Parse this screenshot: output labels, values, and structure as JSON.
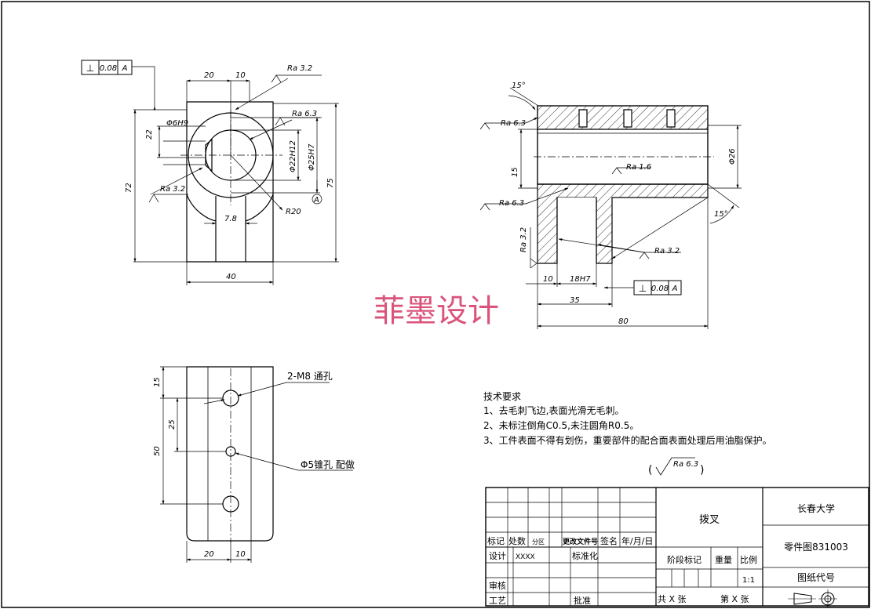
{
  "watermark": "菲墨设计",
  "front_view": {
    "datum_frame": {
      "symbol": "⊥",
      "tolerance": "0.08",
      "datum": "A"
    },
    "ra_top": "Ra 3.2",
    "ra_hole": "Ra 6.3",
    "ra_left": "Ra 3.2",
    "dims": {
      "w20": "20",
      "w10": "10",
      "bore_small": "Φ6H9",
      "d22": "22",
      "h72": "72",
      "h75": "75",
      "bore_22": "Φ22H12",
      "bore_25": "Φ25H7",
      "radius": "R20",
      "slot": "7.8",
      "w40": "40"
    },
    "datum_label": "A"
  },
  "side_view": {
    "ra_left_top": "Ra 6.3",
    "ra_left_mid": "Ra 6.3",
    "ra_inner": "Ra 1.6",
    "ra_vertical": "Ra 3.2",
    "ra_right": "Ra 3.2",
    "angle_top": "15°",
    "angle_bottom": "15°",
    "dims": {
      "d15": "15",
      "d26": "Φ26",
      "d10": "10",
      "d18": "18H7",
      "d35": "35",
      "d80": "80"
    },
    "datum_frame": {
      "symbol": "⊥",
      "tolerance": "0.08",
      "datum": "A"
    }
  },
  "top_view": {
    "dims": {
      "d15": "15",
      "d25": "25",
      "d50": "50",
      "w20": "20",
      "w10": "10"
    },
    "hole_label": "2-M8 通孔",
    "taper_label": "Φ5锥孔 配做"
  },
  "notes": {
    "heading": "技术要求",
    "items": [
      "1、去毛刺飞边,表面光滑无毛刺。",
      "2、未标注倒角C0.5,未注圆角R0.5。",
      "3、工件表面不得有划伤，重要部件的配合面表面处理后用油脂保护。"
    ],
    "general_roughness": "Ra 6.3"
  },
  "title_block": {
    "part_name": "拨叉",
    "school": "长春大学",
    "drawing_no": "零件图831003",
    "code_label": "图纸代号",
    "header_row": [
      "标记",
      "处数",
      "分区",
      "更改文件号",
      "签名",
      "年/月/日"
    ],
    "design": "设计",
    "designer": "XXXX",
    "standardize": "标准化",
    "review": "审核",
    "process": "工艺",
    "approve": "批准",
    "stage": "阶段标记",
    "weight": "重量",
    "scale_label": "比例",
    "scale": "1:1",
    "sheets_total": "共 X 张",
    "sheet_no": "第 X 张"
  }
}
